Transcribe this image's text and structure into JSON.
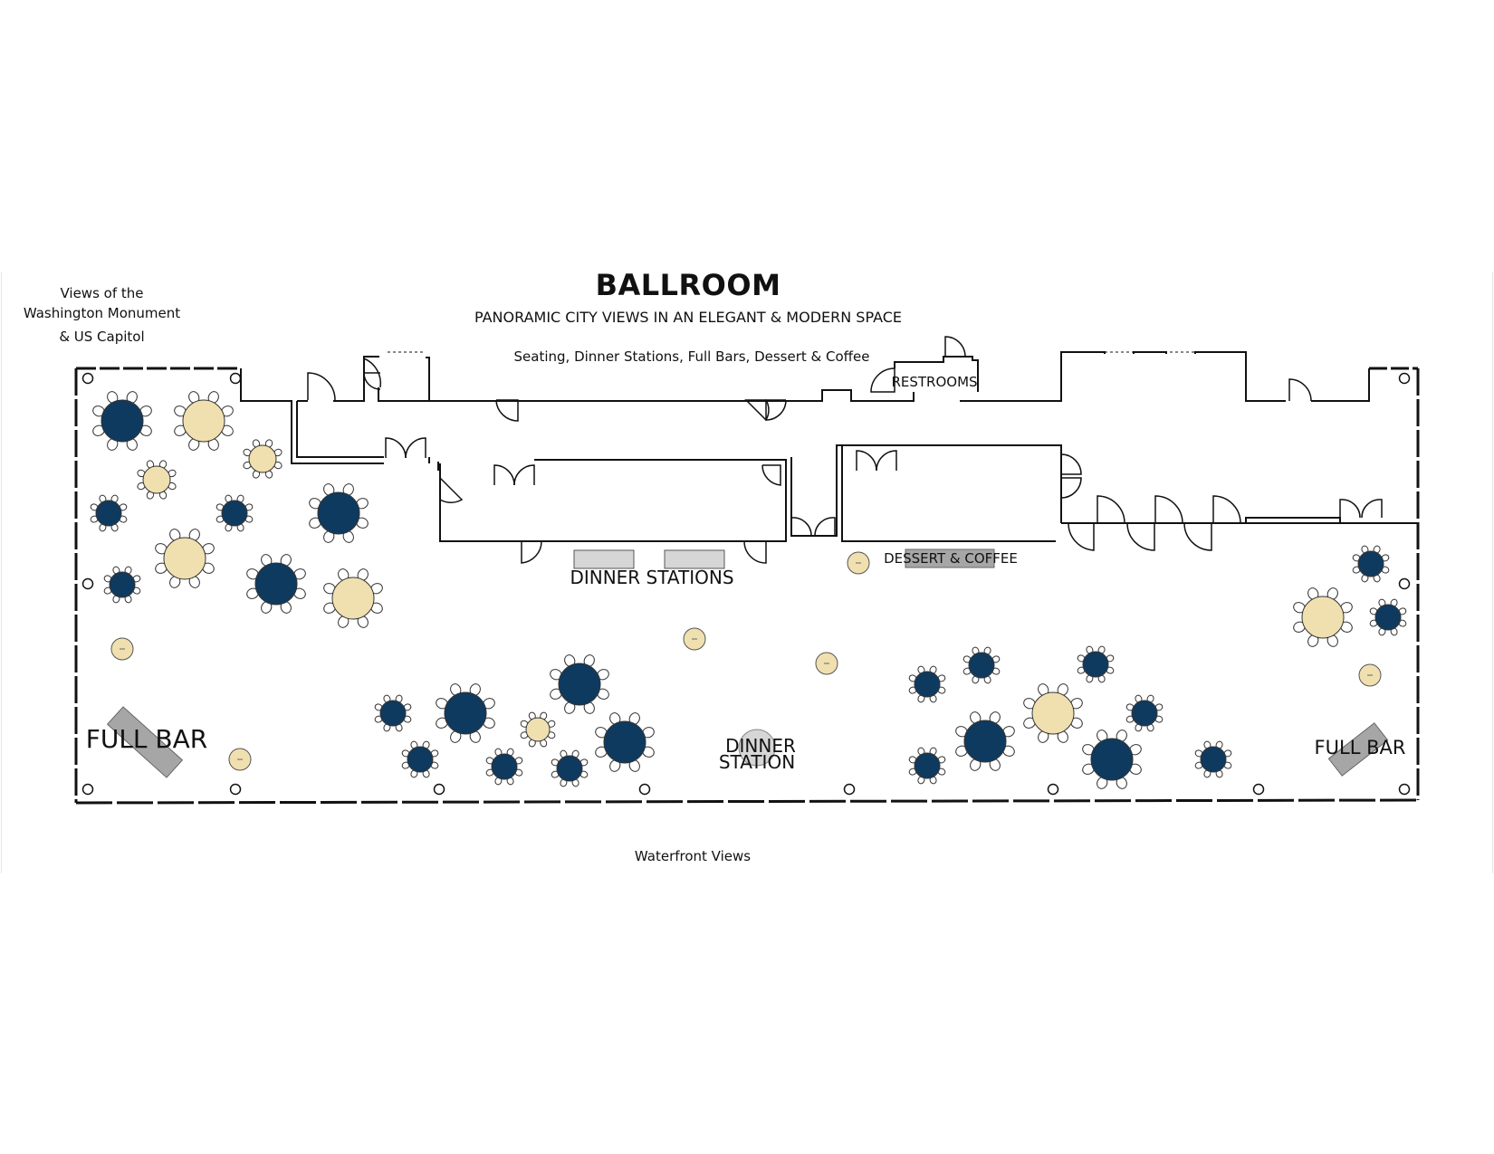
{
  "plan": {
    "title": "BALLROOM",
    "subtitle": "PANORAMIC CITY VIEWS IN AN ELEGANT & MODERN SPACE",
    "tagline": "Seating, Dinner Stations, Full Bars, Dessert & Coffee",
    "view_notes": {
      "top_left": [
        "Views of the",
        "Washington Monument",
        "& US Capitol"
      ],
      "bottom": "Waterfront Views"
    },
    "labels": {
      "restrooms": "RESTROOMS",
      "dinner_stations": "DINNER STATIONS",
      "dessert_coffee": "DESSERT & COFFEE",
      "dinner_station": [
        "DINNER",
        "STATION"
      ],
      "full_bar_left": "FULL BAR",
      "full_bar_right": "FULL BAR"
    },
    "colors": {
      "navy_table": "#0f3a5f",
      "cream_table": "#f0e0b0",
      "station": "#a6a6a6",
      "station_light": "#d6d6d6",
      "wall": "#111111"
    }
  }
}
